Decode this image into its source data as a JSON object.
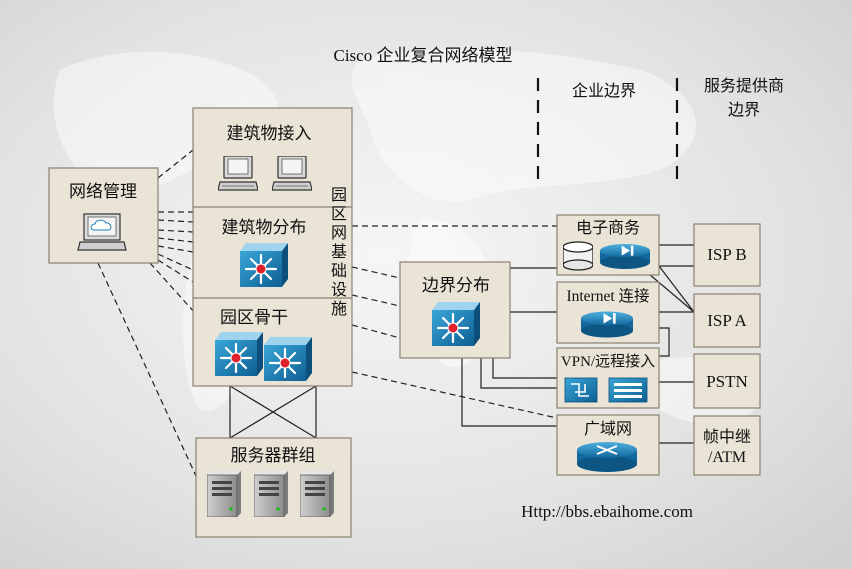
{
  "title": "Cisco 企业复合网络模型",
  "sections": {
    "enterprise_edge": "企业边界",
    "sp_edge_line1": "服务提供商",
    "sp_edge_line2": "边界"
  },
  "campus": {
    "network_management": "网络管理",
    "building_access": "建筑物接入",
    "building_distribution": "建筑物分布",
    "campus_backbone": "园区骨干",
    "server_farm": "服务器群组",
    "infrastructure_chars": [
      "园",
      "区",
      "网",
      "基",
      "础",
      "设",
      "施"
    ]
  },
  "edge": {
    "edge_distribution": "边界分布",
    "ecommerce": "电子商务",
    "internet": "Internet 连接",
    "vpn": "VPN/远程接入",
    "wan": "广域网"
  },
  "providers": {
    "isp_b": "ISP B",
    "isp_a": "ISP A",
    "pstn": "PSTN",
    "frame_line1": "帧中继",
    "frame_line2": "/ATM"
  },
  "footer_url": "Http://bbs.ebaihome.com",
  "colors": {
    "box_fill": "#e9e4d6",
    "box_stroke": "#8a8270",
    "device_blue": "#1f7fb8",
    "switch_dark": "#0f5f8f"
  }
}
